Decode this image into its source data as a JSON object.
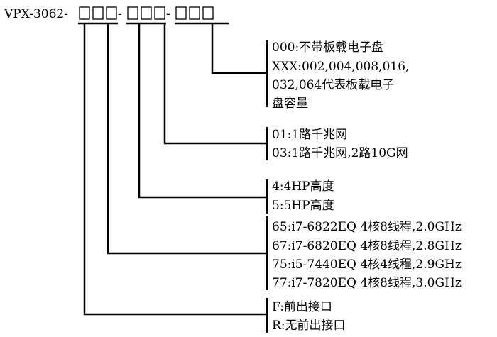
{
  "code": {
    "prefix": "VPX-3062-",
    "sep1": "-",
    "sep2": "-"
  },
  "fields": [
    {
      "name": "front-interface",
      "options": [
        "F:前出接口",
        "R:无前出接口"
      ]
    },
    {
      "name": "cpu",
      "options": [
        "65:i7-6822EQ 4核8线程,2.0GHz",
        "67:i7-6820EQ 4核8线程,2.8GHz",
        "75:i5-7440EQ 4核4线程,2.9GHz",
        "77:i7-7820EQ 4核8线程,3.0GHz"
      ]
    },
    {
      "name": "height",
      "options": [
        "4:4HP高度",
        "5:5HP高度"
      ]
    },
    {
      "name": "network",
      "options": [
        "01:1路千兆网",
        "03:1路千兆网,2路10G网"
      ]
    },
    {
      "name": "storage",
      "options": [
        "000:不带板载电子盘",
        "XXX:002,004,008,016,",
        "032,064代表板载电子",
        "盘容量"
      ]
    }
  ]
}
